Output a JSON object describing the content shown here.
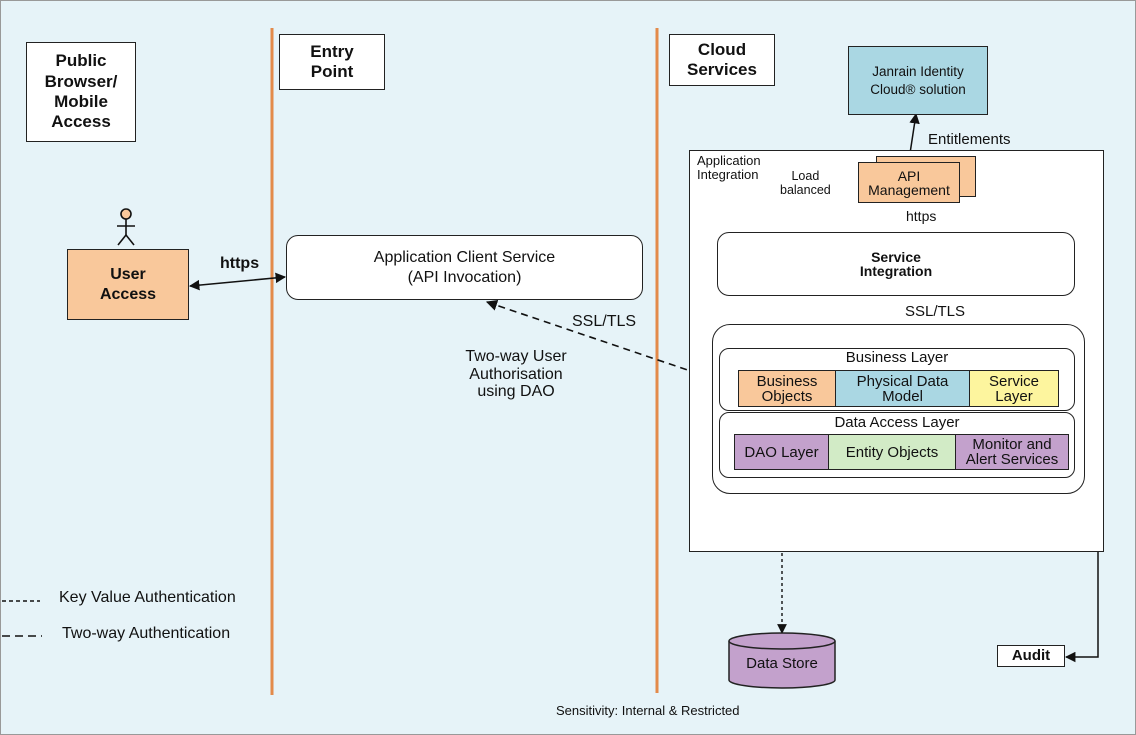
{
  "columns": {
    "public": "Public Browser/ Mobile Access",
    "entry": "Entry Point",
    "cloud": "Cloud Services"
  },
  "user_access": "User Access",
  "https_left": "https",
  "app_client": {
    "line1": "Application Client Service",
    "line2": "(API Invocation)"
  },
  "ssl_left": "SSL/TLS",
  "two_way_user": {
    "line1": "Two-way User",
    "line2": "Authorisation",
    "line3": "using DAO"
  },
  "janrain": {
    "line1": "Janrain Identity",
    "line2": "Cloud® solution"
  },
  "entitlements": "Entitlements",
  "app_integration": {
    "line1": "Application",
    "line2": "Integration"
  },
  "load_balanced": {
    "line1": "Load",
    "line2": "balanced"
  },
  "api_mgmt": {
    "line1": "API",
    "line2": "Management"
  },
  "https_right": "https",
  "service_integration": {
    "line1": "Service",
    "line2": "Integration"
  },
  "ssl_right": "SSL/TLS",
  "business_layer": {
    "title": "Business Layer",
    "objects": {
      "line1": "Business",
      "line2": "Objects"
    },
    "physical": {
      "line1": "Physical Data",
      "line2": "Model"
    },
    "service": {
      "line1": "Service",
      "line2": "Layer"
    }
  },
  "data_access_layer": {
    "title": "Data Access Layer",
    "dao": "DAO Layer",
    "entity": "Entity Objects",
    "monitor": {
      "line1": "Monitor and",
      "line2": "Alert Services"
    }
  },
  "data_store": "Data Store",
  "audit": "Audit",
  "legend": {
    "key_value": "Key Value Authentication",
    "two_way": "Two-way Authentication"
  },
  "footer": "Sensitivity: Internal & Restricted",
  "colors": {
    "divider": "#e38a4a",
    "orange": "#f9c89b",
    "blue": "#aad7e3",
    "yellow": "#fdf59e",
    "purple": "#c3a1cc",
    "green": "#d2ebc6",
    "background": "#e6f3f8"
  }
}
